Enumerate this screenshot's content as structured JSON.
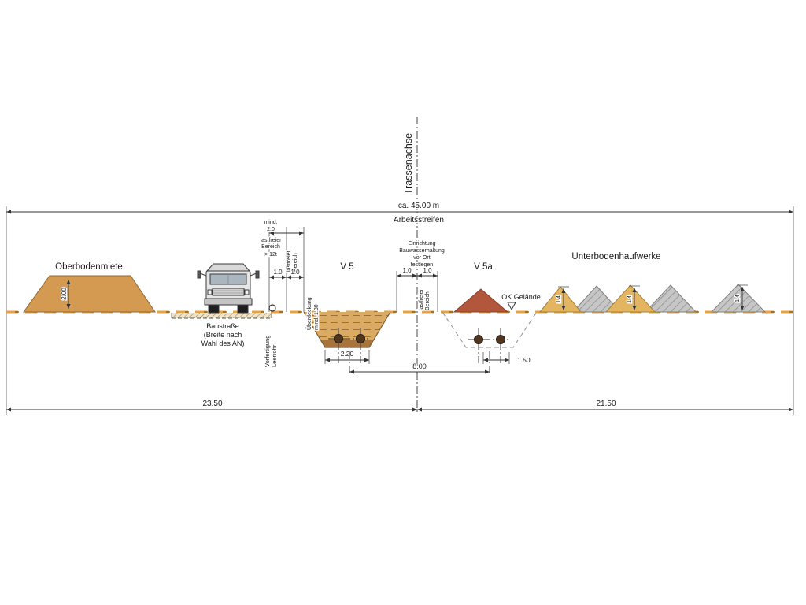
{
  "drawing": {
    "axis_label": "Trassenachse",
    "top_dimension": {
      "value": "ca. 45.00 m",
      "label": "Arbeitsstreifen"
    },
    "left_section": {
      "stockpile_label": "Oberbodenmiete",
      "stockpile_height": "2.00",
      "road_line1": "Baustraße",
      "road_line2": "(Breite nach",
      "road_line3": "Wahl des AN)",
      "prefab_line1": "Vorfertigung",
      "prefab_line2": "Leerrohr",
      "note_mind": "mind.",
      "note_value": "2.0",
      "note_lastfreier": "lastfreier",
      "note_bereich": "Bereich",
      "note_load": "> 12t",
      "dim_a": "1.0",
      "dim_b": "1.0",
      "vert_line1": "lastfreier",
      "vert_line2": "Bereich"
    },
    "trench_v5": {
      "label": "V 5",
      "cover_line1": "Überdeckung",
      "cover_line2": "mind. 1.30",
      "bottom_width": "2.20"
    },
    "center_section": {
      "note_line1": "Einrichtung",
      "note_line2": "Bauwasserhaltung",
      "note_line3": "vor Ort",
      "note_line4": "festlegen",
      "dim_a": "1.0",
      "dim_b": "1.0",
      "vert_line1": "lastfreier",
      "vert_line2": "Bereich",
      "axis_spacing": "8.00"
    },
    "trench_v5a": {
      "label": "V 5a",
      "ground_level_label": "OK Gelände",
      "bottom_width": "1.50"
    },
    "right_section": {
      "label": "Unterbodenhaufwerke",
      "pile_heights": [
        "1.4",
        "1.4",
        "1.4"
      ]
    },
    "bottom_dimensions": {
      "left_width": "23.50",
      "right_width": "21.50"
    },
    "colors": {
      "topsoil": "#d59a51",
      "ground_line": "#e8a33d",
      "trench_fill": "#dcab63",
      "trench_bottom": "#a9743c",
      "spoil_red": "#b2573c",
      "subsoil_tan": "#e3b560",
      "subsoil_gray": "#c6c6c6",
      "pipe": "#53351b",
      "line": "#333333"
    }
  }
}
